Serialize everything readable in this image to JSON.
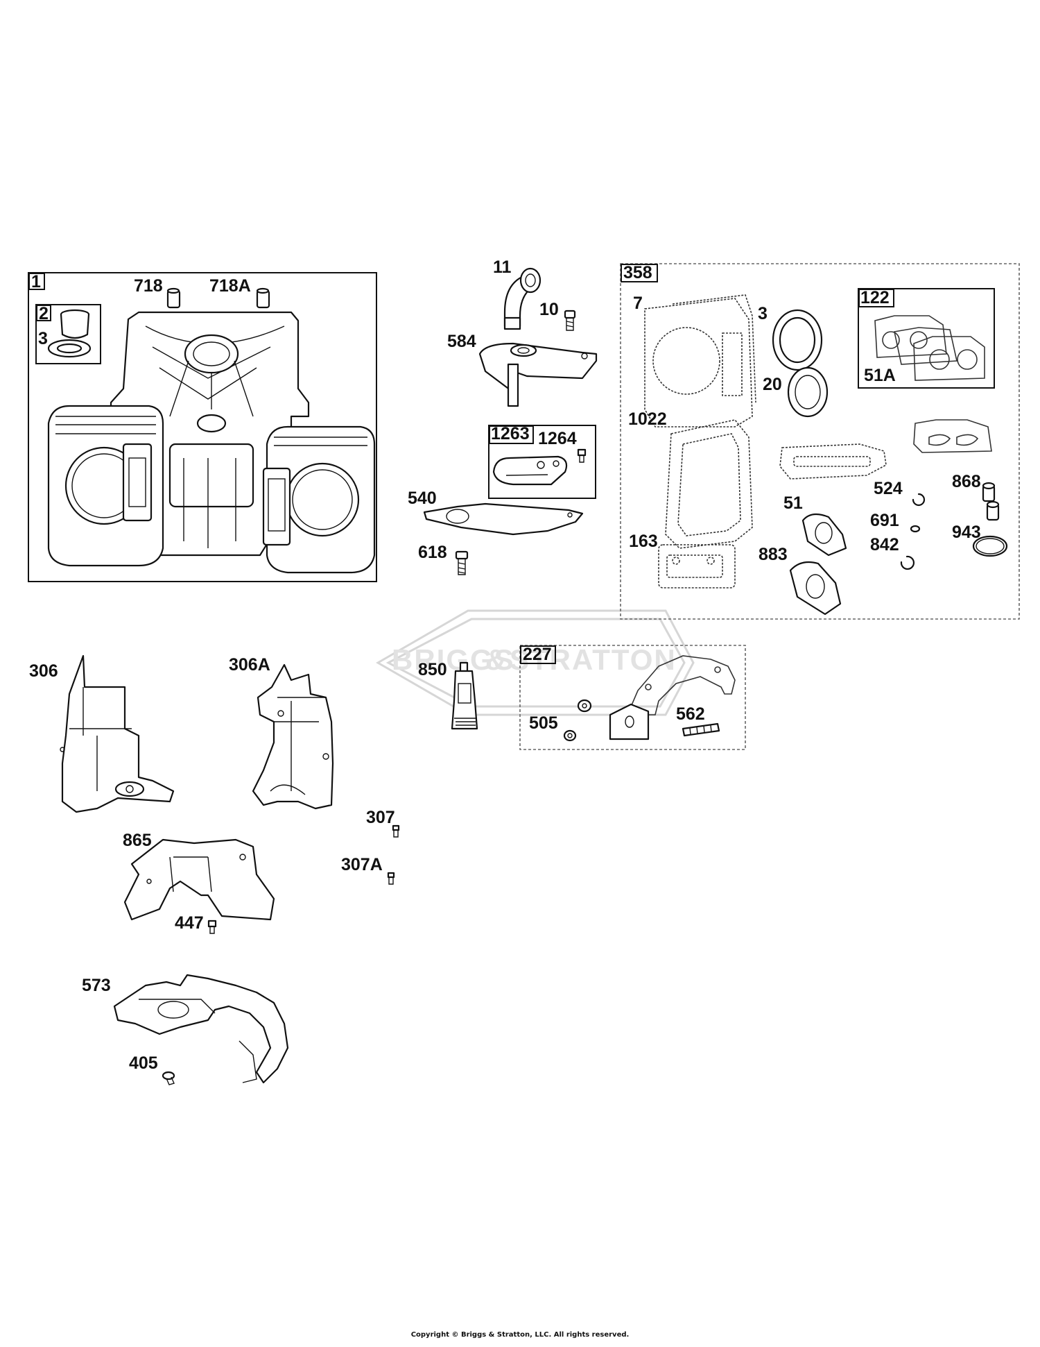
{
  "watermark": {
    "brand_left": "BRIGGS",
    "brand_amp": "&",
    "brand_right": "STRATTON"
  },
  "copyright": "Copyright © Briggs & Stratton, LLC. All rights reserved.",
  "boxes": {
    "cylinder_assembly": "1",
    "bushing_seal_kit": "2",
    "gasket_set": "358",
    "intake_gasket_kit": "122",
    "breather_kit": "1263",
    "breather_cover_kit": "227"
  },
  "callouts": {
    "c2": "2",
    "c3a": "3",
    "c718": "718",
    "c718A": "718A",
    "c11": "11",
    "c10": "10",
    "c584": "584",
    "c1264": "1264",
    "c540": "540",
    "c618": "618",
    "c7": "7",
    "c3b": "3",
    "c20": "20",
    "c51A": "51A",
    "c1022": "1022",
    "c524": "524",
    "c868": "868",
    "c51": "51",
    "c691": "691",
    "c943": "943",
    "c842": "842",
    "c163": "163",
    "c883": "883",
    "c306": "306",
    "c306A": "306A",
    "c850": "850",
    "c505": "505",
    "c562": "562",
    "c307": "307",
    "c307A": "307A",
    "c865": "865",
    "c447": "447",
    "c573": "573",
    "c405": "405"
  }
}
